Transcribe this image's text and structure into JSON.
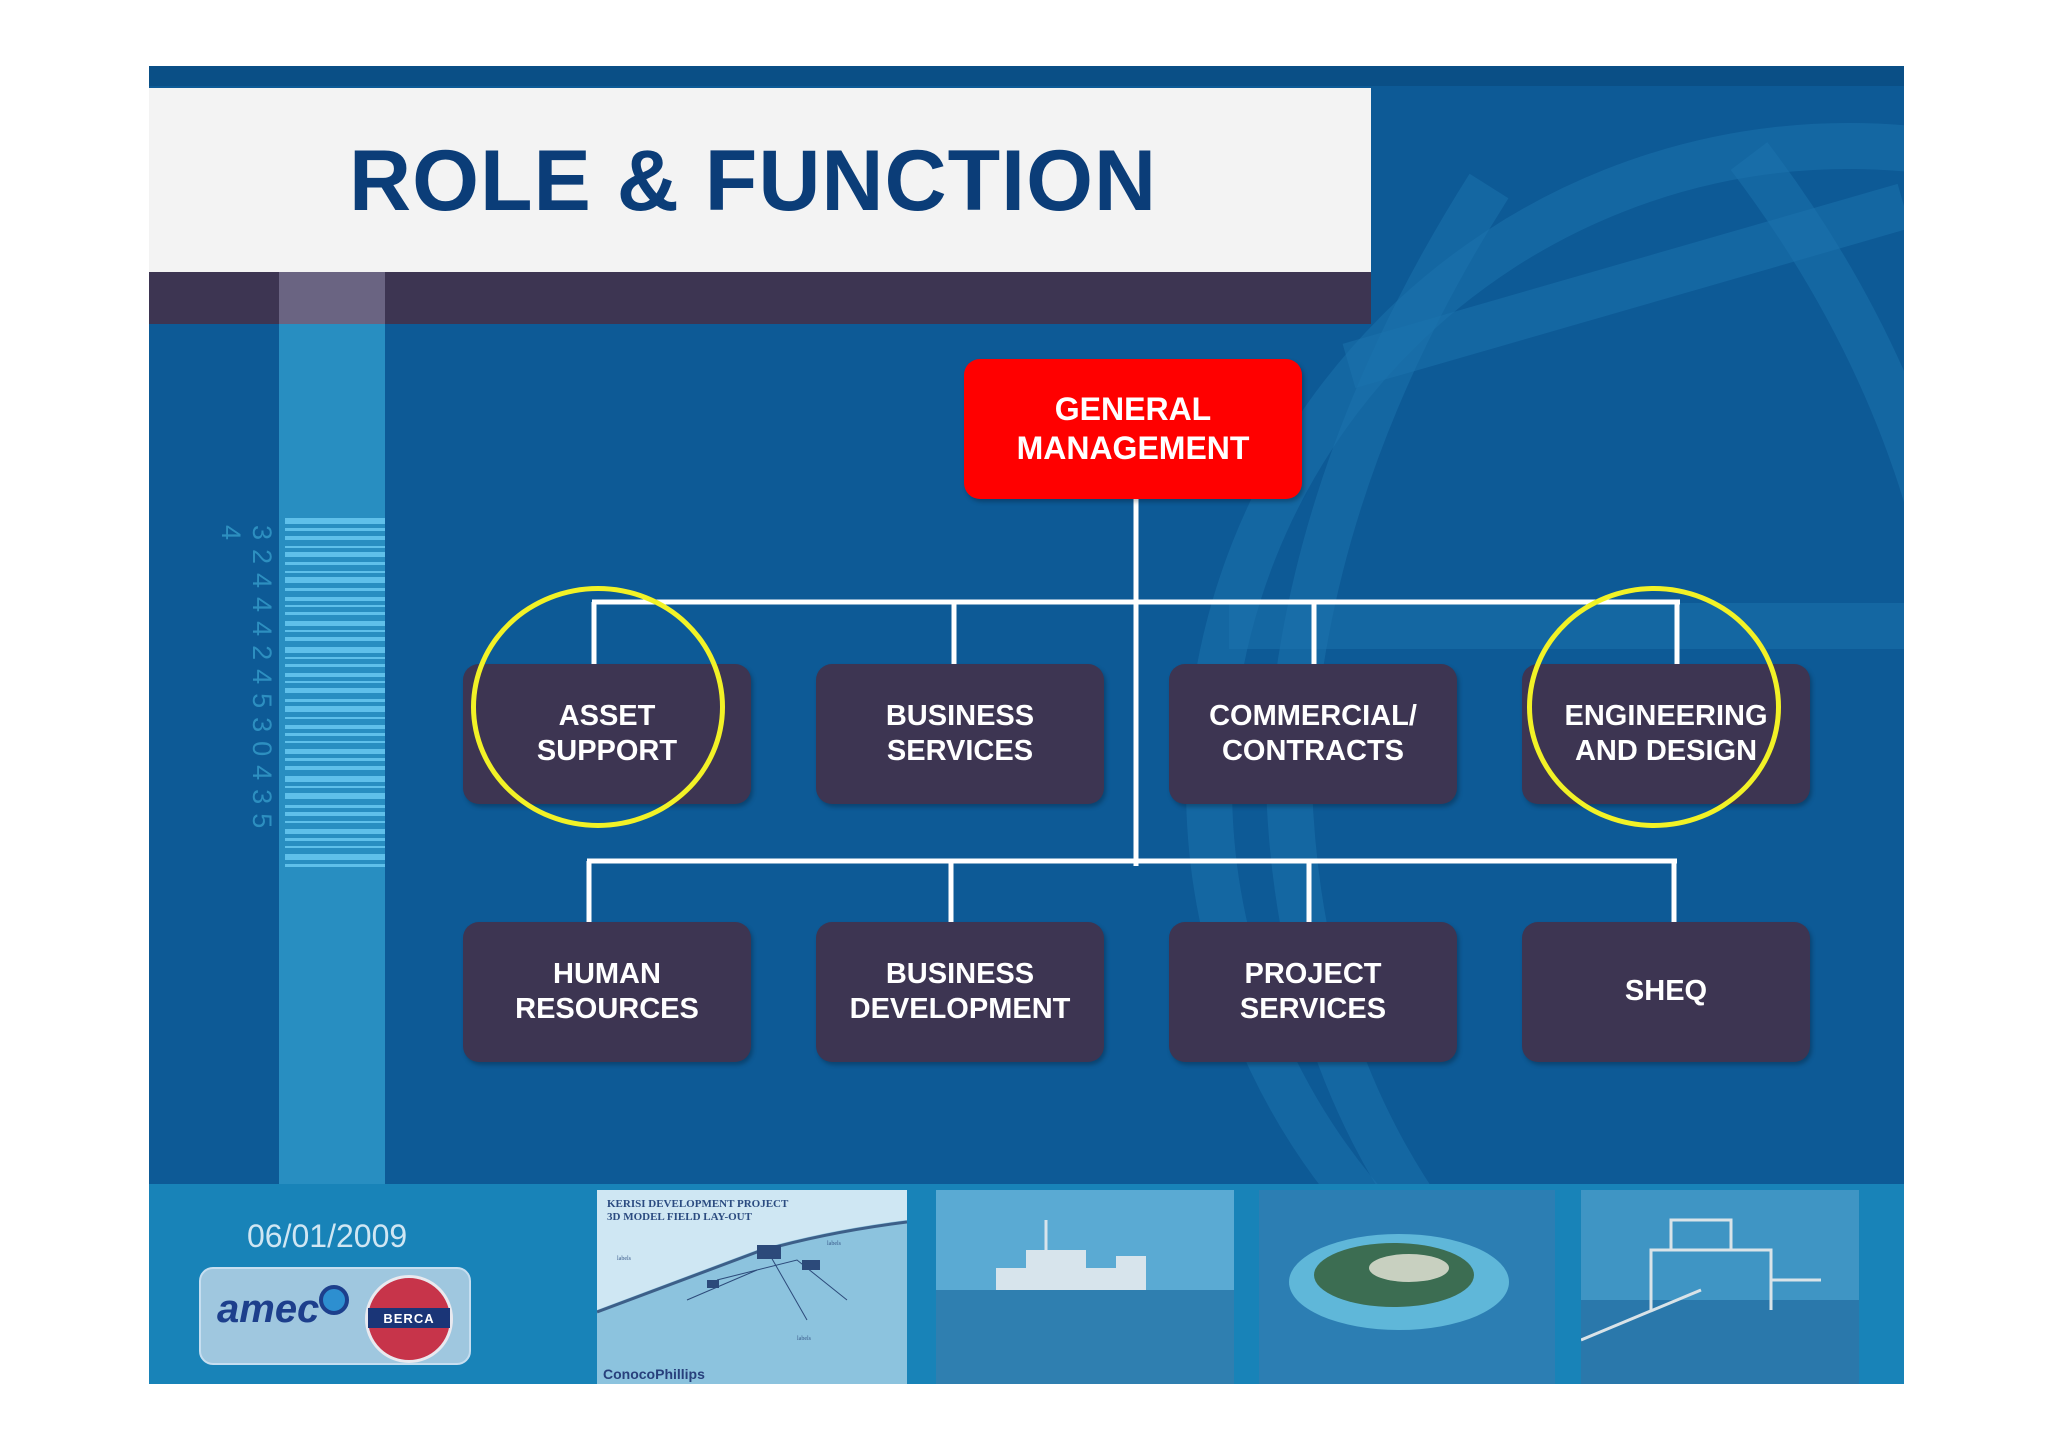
{
  "slide": {
    "title": "ROLE & FUNCTION",
    "date": "06/01/2009",
    "barcode_digits": "3244424530435 4"
  },
  "org_chart": {
    "root": {
      "label": "GENERAL\nMANAGEMENT",
      "color": "#ff0000"
    },
    "row1": [
      {
        "label": "ASSET\nSUPPORT",
        "highlighted": true
      },
      {
        "label": "BUSINESS\nSERVICES",
        "highlighted": false
      },
      {
        "label": "COMMERCIAL/\nCONTRACTS",
        "highlighted": false
      },
      {
        "label": "ENGINEERING\nAND DESIGN",
        "highlighted": true
      }
    ],
    "row2": [
      {
        "label": "HUMAN\nRESOURCES"
      },
      {
        "label": "BUSINESS\nDEVELOPMENT"
      },
      {
        "label": "PROJECT\nSERVICES"
      },
      {
        "label": "SHEQ"
      }
    ],
    "node_color": "#3d3552",
    "highlight_color": "#f2f226"
  },
  "footer": {
    "logos": {
      "amec": "amec",
      "berca": "BERCA"
    },
    "photos": [
      {
        "caption": "KERISI DEVELOPMENT PROJECT\n3D MODEL FIELD LAY-OUT",
        "footer": "ConocoPhillips"
      },
      {
        "caption": ""
      },
      {
        "caption": ""
      },
      {
        "caption": ""
      }
    ]
  },
  "colors": {
    "slide_bg": "#0d5a96",
    "title_text": "#0b3d78",
    "title_panel": "#f3f3f3",
    "band": "#3d3552",
    "strip": "#2b93c5"
  }
}
